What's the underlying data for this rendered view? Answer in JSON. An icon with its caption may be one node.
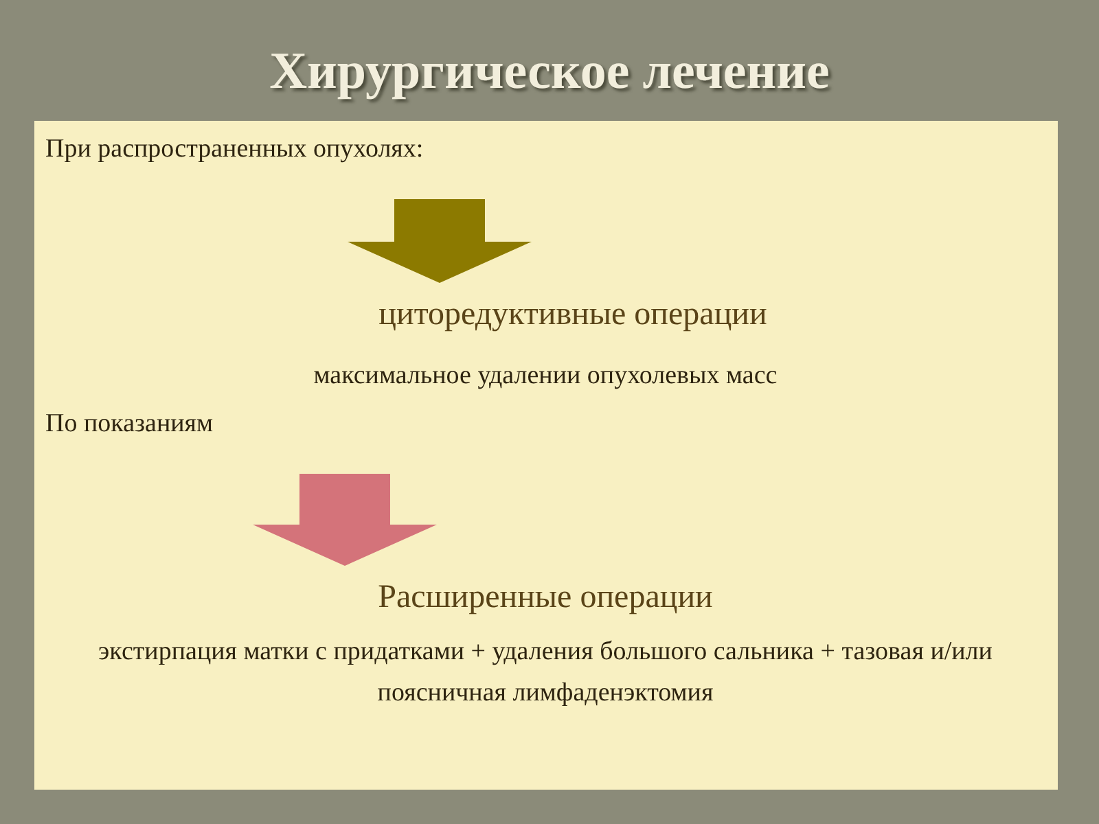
{
  "diagram": {
    "title": "Хирургическое лечение",
    "nodes": [
      {
        "text": [
          "При распространенных опухолях:"
        ]
      },
      {
        "text": [
          "циторедуктивные операции"
        ]
      },
      {
        "text": [
          "По показаниям"
        ]
      },
      {
        "text": [
          "Расширенные операции"
        ]
      }
    ],
    "edges": [
      {
        "from": 0,
        "to": 1,
        "arrow": "to",
        "color": "#8c7a00"
      },
      {
        "from": 2,
        "to": 3,
        "arrow": "to",
        "color": "#d4737a"
      }
    ],
    "labels": [
      "максимальное удалении опухолевых масс",
      "экстирпация матки с придатками + удаления большого сальника + тазовая и/или поясничная лимфаденэктомия"
    ]
  }
}
